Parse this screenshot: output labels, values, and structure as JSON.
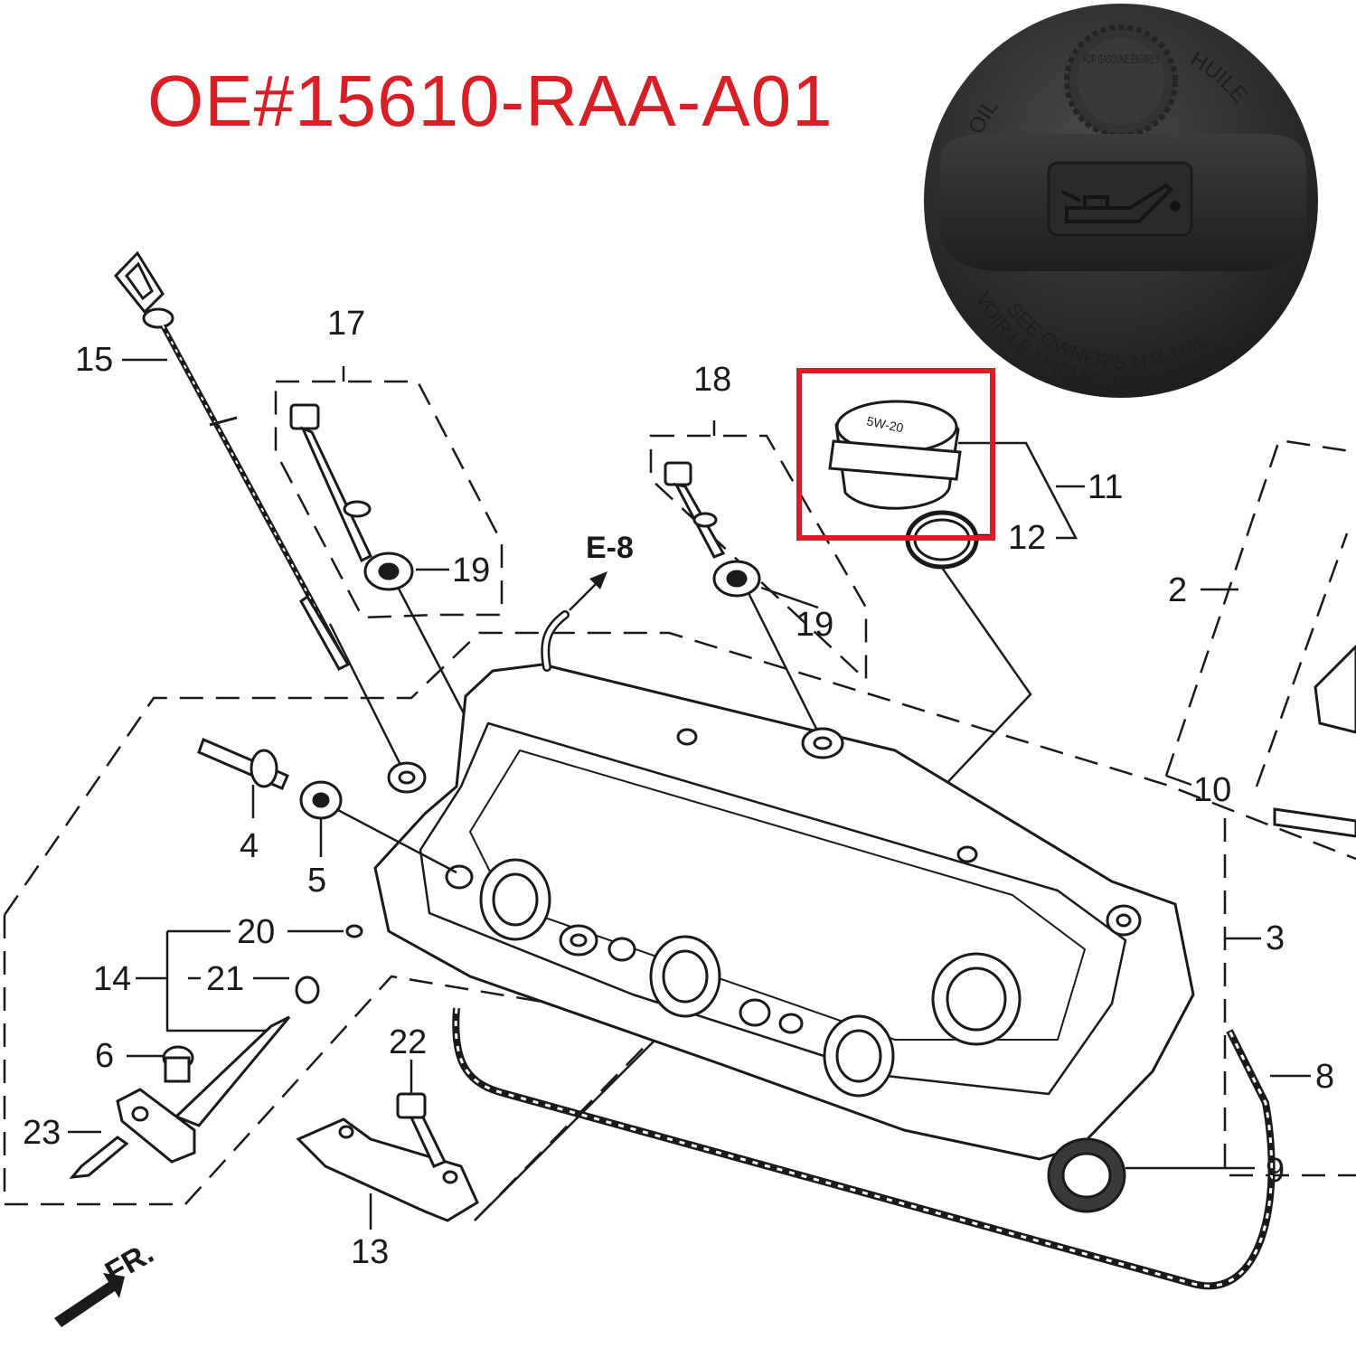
{
  "part_number": "OE#15610-RAA-A01",
  "colors": {
    "accent": "#d81f26",
    "line": "#1a1a1a",
    "cap": "#2b2b2b"
  },
  "cap_photo": {
    "texts": [
      "FOR GASOLINE ENGINES",
      "OIL",
      "HUILE",
      "SEE OWNER'S MANUAL",
      "VOIR LE MANUEL UTILISATEUR"
    ],
    "icon": "oil-can-icon"
  },
  "small_cap_text": "5W-20",
  "reference": "E-8",
  "direction": "FR.",
  "callouts": [
    "2",
    "3",
    "4",
    "5",
    "6",
    "8",
    "9",
    "10",
    "11",
    "12",
    "13",
    "14",
    "15",
    "17",
    "18",
    "19",
    "19",
    "20",
    "21",
    "22",
    "23"
  ]
}
